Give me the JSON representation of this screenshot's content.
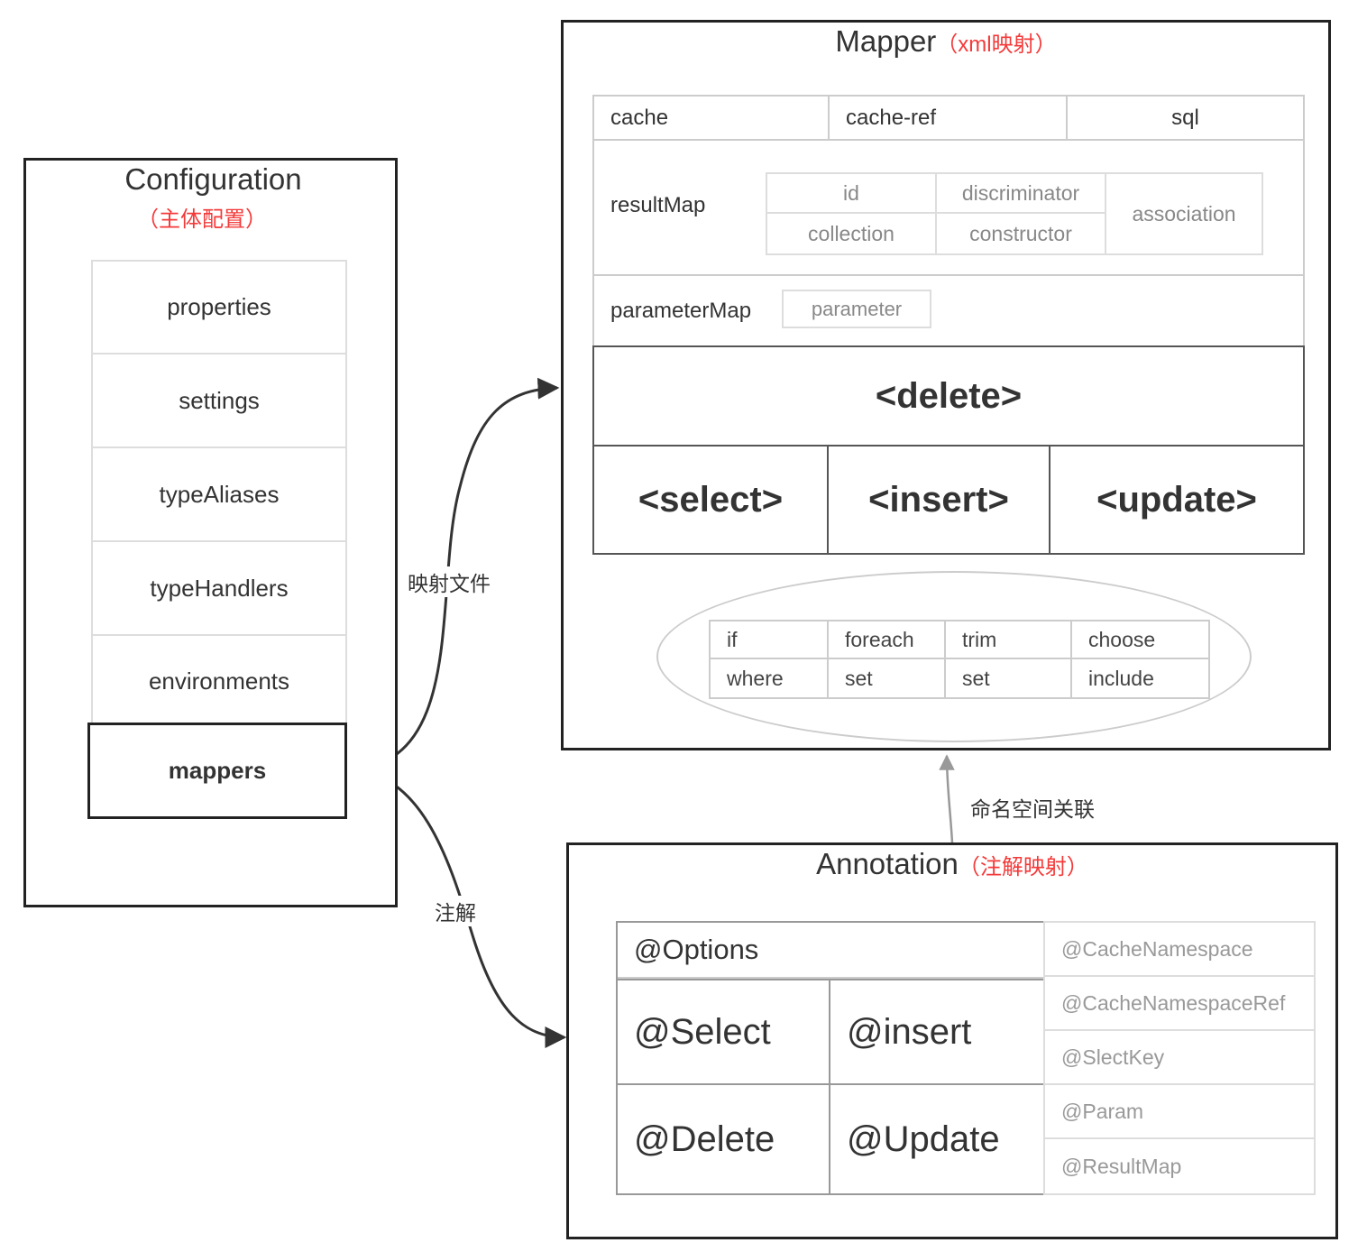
{
  "configuration": {
    "title": "Configuration",
    "subtitle": "（主体配置）",
    "items": [
      "properties",
      "settings",
      "typeAliases",
      "typeHandlers",
      "environments"
    ],
    "mappers": "mappers"
  },
  "mapper": {
    "title": "Mapper",
    "subtitle": "（xml映射）",
    "cache": "cache",
    "cache_ref": "cache-ref",
    "sql": "sql",
    "result_map": "resultMap",
    "result_map_children": {
      "id": "id",
      "discriminator": "discriminator",
      "association": "association",
      "collection": "collection",
      "constructor": "constructor"
    },
    "parameter_map": "parameterMap",
    "parameter": "parameter",
    "delete": "<delete>",
    "select": "<select>",
    "insert": "<insert>",
    "update": "<update>",
    "dynamic_sql": [
      [
        "if",
        "foreach",
        "trim",
        "choose"
      ],
      [
        "where",
        "set",
        "set",
        "include"
      ]
    ]
  },
  "annotation": {
    "title": "Annotation",
    "subtitle": "（注解映射）",
    "options": "@Options",
    "select": "@Select",
    "insert": "@insert",
    "delete": "@Delete",
    "update": "@Update",
    "side": [
      "@CacheNamespace",
      "@CacheNamespaceRef",
      "@SlectKey",
      "@Param",
      "@ResultMap"
    ]
  },
  "edges": {
    "to_mapper": "映射文件",
    "to_annotation": "注解",
    "namespace": "命名空间关联"
  }
}
